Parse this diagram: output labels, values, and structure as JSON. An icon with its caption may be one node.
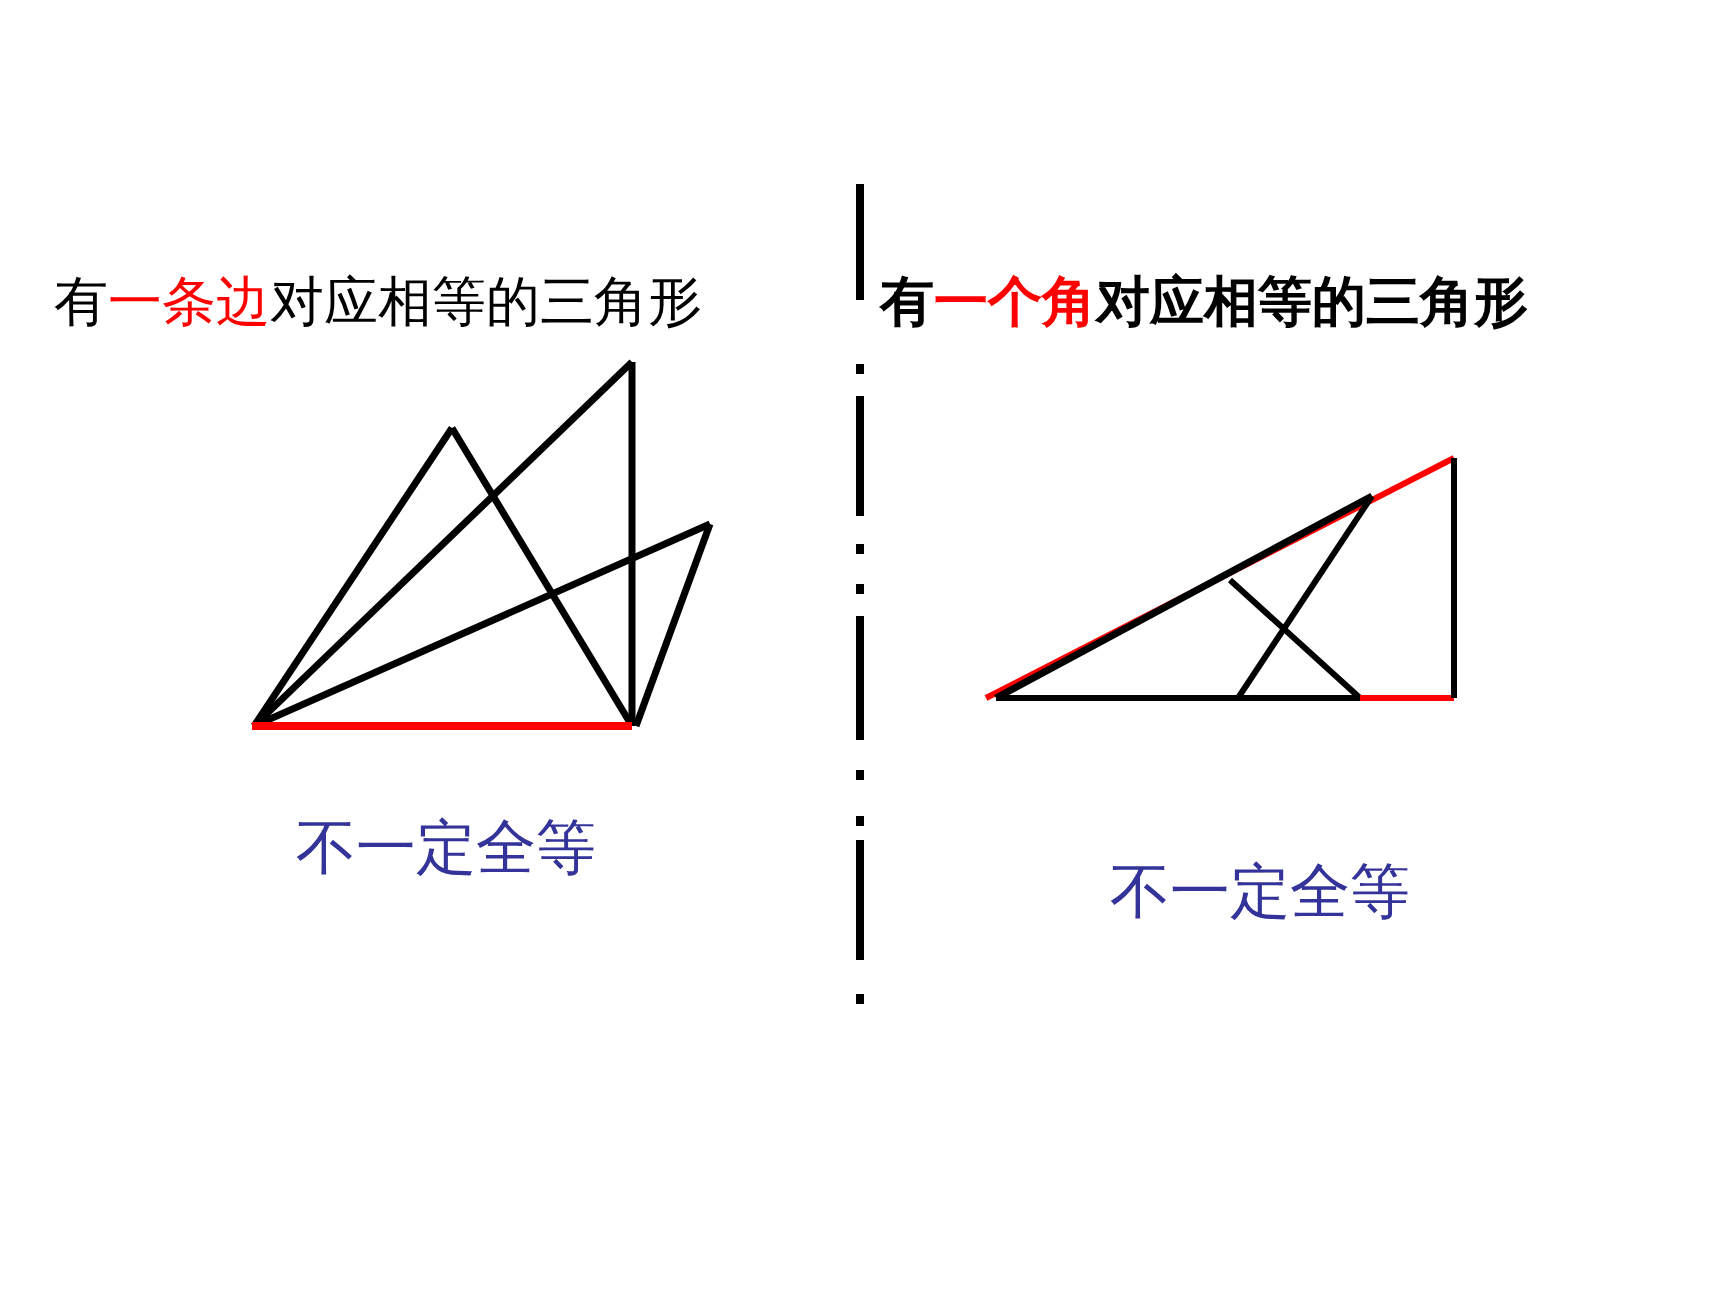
{
  "diagram": {
    "labels": [
      "有**一条边**对应相等的三角形",
      "有**一个角**对应相等的三角形",
      "不一定全等",
      "不一定全等"
    ]
  }
}
